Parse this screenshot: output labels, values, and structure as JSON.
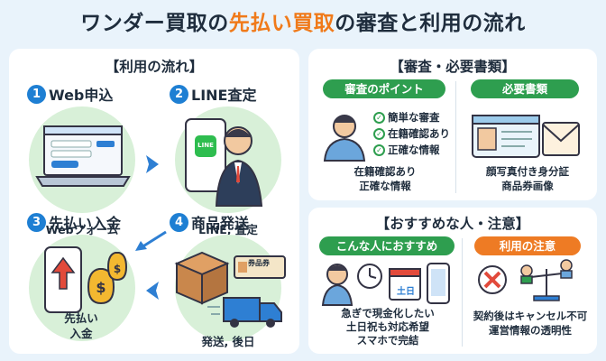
{
  "title": {
    "part1": "ワンダー買取の",
    "highlight": "先払い買取",
    "part2": "の審査と利用の流れ"
  },
  "flow": {
    "title": "【利用の流れ】",
    "steps": [
      {
        "num": "1",
        "label": "Web申込",
        "caption": "Webフォーム"
      },
      {
        "num": "2",
        "label": "LINE査定",
        "caption": "LINE, 査定"
      },
      {
        "num": "3",
        "label": "先払い入金",
        "caption": "先払い\n入金"
      },
      {
        "num": "4",
        "label": "商品発送",
        "caption": "発送, 後日"
      }
    ],
    "line_logo": "LINE",
    "voucher_label": "券品券"
  },
  "review": {
    "title": "【審査・必要書類】",
    "points_label": "審査のポイント",
    "checks": [
      "簡単な審査",
      "在籍確認あり",
      "正確な情報"
    ],
    "points_caption": "在籍確認あり\n正確な情報",
    "docs_label": "必要書類",
    "docs_caption": "顔写真付き身分証\n商品券画像"
  },
  "recommend": {
    "title": "【おすすめな人・注意】",
    "who_label": "こんな人におすすめ",
    "who_caption": "急ぎで現金化したい\n土日祝も対応希望\nスマホで完結",
    "calendar_label": "土日",
    "caution_label": "利用の注意",
    "caution_caption": "契約後はキャンセル不可\n運営情報の透明性"
  },
  "colors": {
    "accent": "#f07a1a",
    "badge": "#1e7fd3",
    "green": "#2e9e4f",
    "orange": "#ee7b24"
  }
}
